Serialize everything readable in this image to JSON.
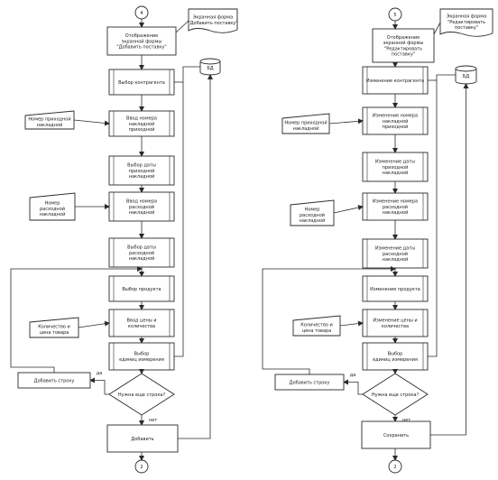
{
  "diagrams": [
    {
      "id": "left",
      "start_connector": "4",
      "end_connector": "2",
      "comment": [
        "Экранная форма",
        "\"Добавить поставку\""
      ],
      "display_block": [
        "Отображение",
        "экранной формы",
        "\"Добавить поставку\""
      ],
      "db_label": "БД",
      "steps": [
        [
          "Выбор контрагента"
        ],
        [
          "Ввод номера",
          "накладной",
          "приходной"
        ],
        [
          "Выбор даты",
          "приходной",
          "накладной"
        ],
        [
          "Ввод номера",
          "расходной",
          "накладной"
        ],
        [
          "Выбор даты",
          "расходной",
          "накладной"
        ],
        [
          "Выбор продукта"
        ],
        [
          "Ввод цены и",
          "количества"
        ],
        [
          "Выбор",
          "единиц измерения"
        ]
      ],
      "inputs": [
        [
          "Номер приходной",
          "накладной"
        ],
        [
          "Номер",
          "расходной",
          "накладной"
        ],
        [
          "Количество и",
          "цена товара"
        ]
      ],
      "add_row": "Добавить строку",
      "decision": "Нужна еще строка?",
      "yes": "да",
      "no": "нет",
      "final": "Добавить"
    },
    {
      "id": "right",
      "start_connector": "5",
      "end_connector": "2",
      "comment": [
        "Экранная форма",
        "\"Редактировать",
        "поставку\""
      ],
      "display_block": [
        "Отображение",
        "экранной формы",
        "\"Редактировать",
        "поставку\""
      ],
      "db_label": "БД",
      "steps": [
        [
          "Изменение контрагента"
        ],
        [
          "Изменение номера",
          "накладной",
          "приходной"
        ],
        [
          "Изменение даты",
          "приходной",
          "накладной"
        ],
        [
          "Изменение номера",
          "расходной",
          "накладной"
        ],
        [
          "Изменение даты",
          "расходной",
          "накладной"
        ],
        [
          "Изменение продукта"
        ],
        [
          "Изменение цены и",
          "количества"
        ],
        [
          "Выбор",
          "единиц измерения"
        ]
      ],
      "inputs": [
        [
          "Номер приходной",
          "накладной"
        ],
        [
          "Номер",
          "расходной",
          "накладной"
        ],
        [
          "Количество и",
          "цена товара"
        ]
      ],
      "add_row": "Добавить строку",
      "decision": "Нужна еще строка?",
      "yes": "да",
      "no": "нет",
      "final": "Сохранить"
    }
  ]
}
